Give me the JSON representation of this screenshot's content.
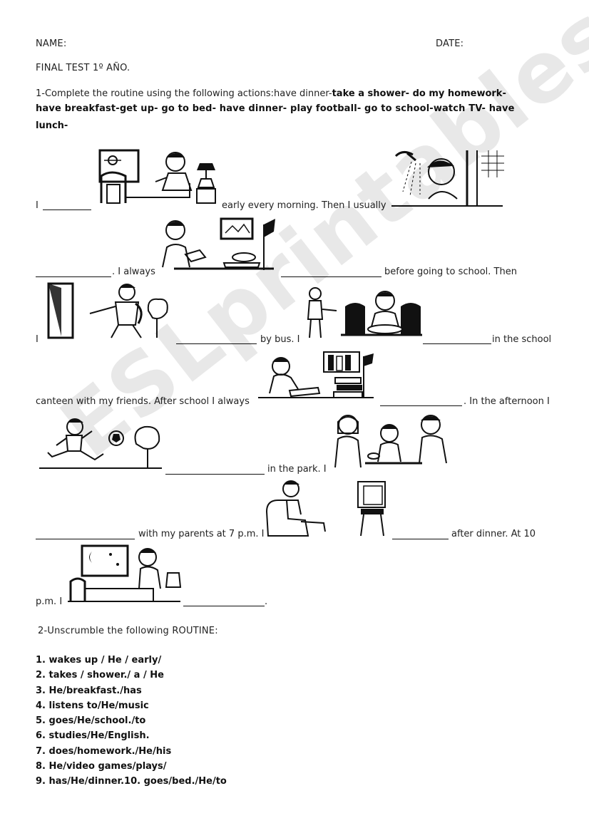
{
  "header": {
    "name_label": "NAME:",
    "date_label": "DATE:"
  },
  "title": "FINAL TEST 1º AÑO.",
  "exercise1": {
    "instruction_plain": "1-Complete the routine using the following actions:have dinner-",
    "instruction_bold_1": "take a shower- do my homework-",
    "instruction_bold_2": "have breakfast-get up- go to bed- have dinner- play football- go to school-watch TV- have",
    "instruction_bold_3": "lunch-",
    "t1_i": "I",
    "t1_after": "early every morning. Then I usually",
    "t2_after": ". I always",
    "t2_end": "before going to school. Then",
    "t3_i": "I",
    "t3_bus": "by bus. I",
    "t3_end": "in the school",
    "t4_start": "canteen with my friends. After school I always",
    "t4_end": ". In the afternoon I",
    "t5_after": "in the park. I",
    "t6_after": "with my parents at 7 p.m. I",
    "t6_end": "after dinner. At 10",
    "t7_start": "p.m. I",
    "t7_end": "."
  },
  "exercise2": {
    "instruction": "2-Unscrumble the following ROUTINE:",
    "items": [
      "1. wakes up / He / early/",
      "2. takes / shower./ a / He",
      "3. He/breakfast./has",
      "4. listens to/He/music",
      "5. goes/He/school./to",
      "6. studies/He/English.",
      "7. does/homework./He/his",
      "8. He/video games/plays/",
      "9. has/He/dinner.10. goes/bed./He/to"
    ]
  },
  "watermark": "ESLprintables.com"
}
